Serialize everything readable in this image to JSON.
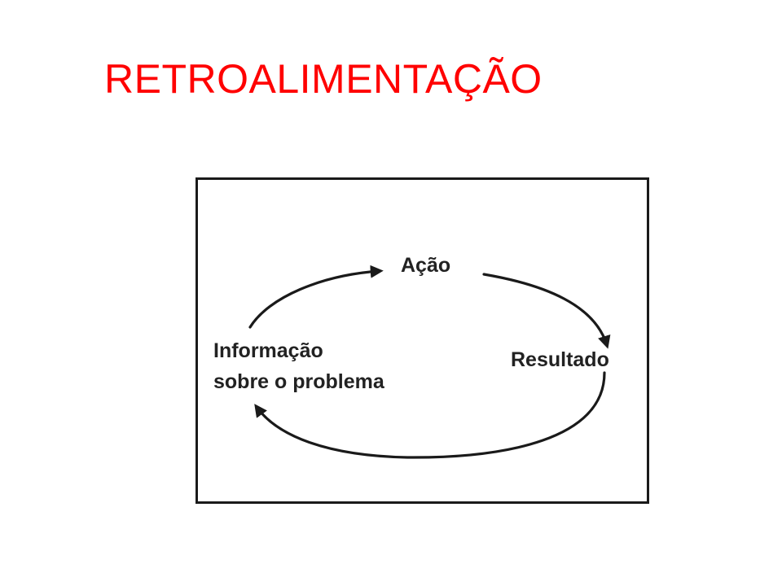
{
  "slide": {
    "title": "RETROALIMENTAÇÃO",
    "title_color": "#ff0000"
  },
  "diagram": {
    "type": "cycle",
    "border_color": "#1a1a1a",
    "nodes": {
      "top": {
        "label": "Ação"
      },
      "right": {
        "label": "Resultado"
      },
      "left": {
        "lines": [
          "Informação",
          "sobre o problema"
        ]
      }
    },
    "arrows": [
      {
        "from": "left",
        "to": "top"
      },
      {
        "from": "top",
        "to": "right"
      },
      {
        "from": "right",
        "to": "left"
      }
    ]
  }
}
